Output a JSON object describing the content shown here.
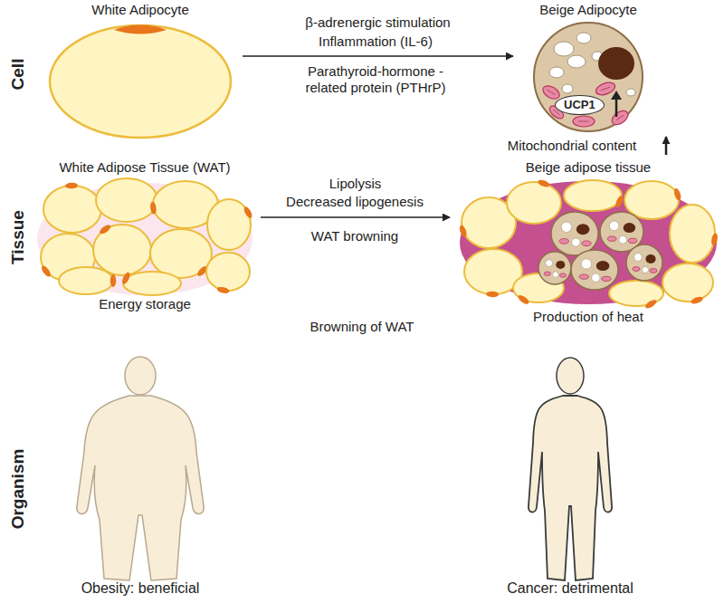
{
  "diagram": {
    "nodes": [
      {
        "text": [
          "White Adipocyte"
        ]
      },
      {
        "text": [
          "Beige Adipocyte"
        ]
      },
      {
        "text": [
          "UCP1"
        ],
        "in": 1
      },
      {
        "text": [
          "White Adipose Tissue (WAT)",
          "Energy storage"
        ]
      },
      {
        "text": [
          "Beige adipose tissue",
          "Production of heat"
        ]
      },
      {
        "text": [
          "Obesity: beneficial"
        ]
      },
      {
        "text": [
          "Cancer: detrimental"
        ]
      }
    ],
    "edges": [
      {
        "from": 0,
        "to": 1,
        "label": "β-adrenergic stimulation",
        "arrow": "to"
      },
      {
        "from": 3,
        "to": 4,
        "label": "Lipolysis",
        "arrow": "to"
      }
    ],
    "labels": [
      "Cell",
      "Tissue",
      "Organism",
      "Inflammation (IL-6)",
      "Parathyroid-hormone -related protein (PTHrP)",
      "Mitochondrial content",
      "Decreased lipogenesis",
      "WAT browning",
      "Browning of WAT"
    ]
  }
}
